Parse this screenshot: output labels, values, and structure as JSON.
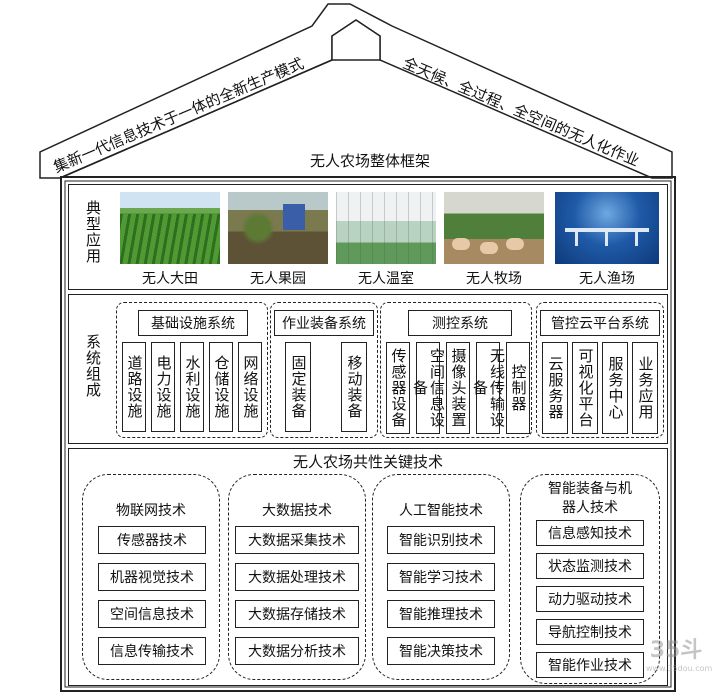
{
  "roof": {
    "left_text": "集新一代信息技术于一体的全新生产模式",
    "right_text": "全天候、全过程、全空间的无人化作业",
    "framework_title": "无人农场整体框架"
  },
  "typical_apps": {
    "label": "典型应用",
    "items": [
      "无人大田",
      "无人果园",
      "无人温室",
      "无人牧场",
      "无人渔场"
    ]
  },
  "system": {
    "label": "系统组成",
    "groups": [
      {
        "title": "基础设施系统",
        "items": [
          "道路设施",
          "电力设施",
          "水利设施",
          "仓储设施",
          "网络设施"
        ]
      },
      {
        "title": "作业装备系统",
        "items": [
          "固定装备",
          "移动装备"
        ]
      },
      {
        "title": "测控系统",
        "items": [
          "传感器设备",
          "空间信息设备",
          "摄像头装置",
          "无线传输设备",
          "控制器"
        ]
      },
      {
        "title": "管控云平台系统",
        "items": [
          "云服务器",
          "可视化平台",
          "服务中心",
          "业务应用"
        ]
      }
    ]
  },
  "key_tech": {
    "title": "无人农场共性关键技术",
    "groups": [
      {
        "title": "物联网技术",
        "items": [
          "传感器技术",
          "机器视觉技术",
          "空间信息技术",
          "信息传输技术"
        ]
      },
      {
        "title": "大数据技术",
        "items": [
          "大数据采集技术",
          "大数据处理技术",
          "大数据存储技术",
          "大数据分析技术"
        ]
      },
      {
        "title": "人工智能技术",
        "items": [
          "智能识别技术",
          "智能学习技术",
          "智能推理技术",
          "智能决策技术"
        ]
      },
      {
        "title": "智能装备与机器人技术",
        "items": [
          "信息感知技术",
          "状态监测技术",
          "动力驱动技术",
          "导航控制技术",
          "智能作业技术"
        ]
      }
    ]
  },
  "watermark": {
    "text": "35斗",
    "sub": "www.35dou.com"
  },
  "colors": {
    "line": "#222222",
    "sky": "#cfe3f2",
    "grass": "#3f8a2a",
    "water": "#0e3a7a"
  }
}
